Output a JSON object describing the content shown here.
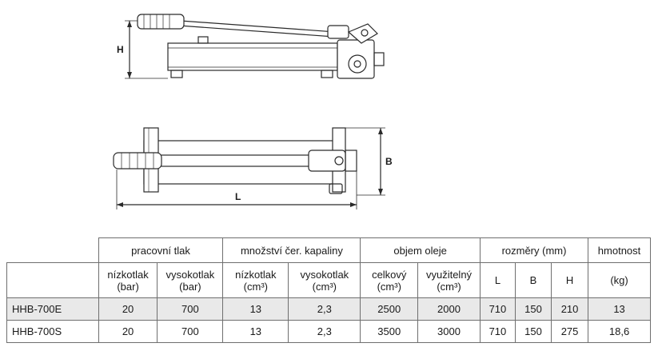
{
  "drawing": {
    "dim_h": "H",
    "dim_b": "B",
    "dim_l": "L"
  },
  "table": {
    "groups": {
      "working_pressure": "pracovní tlak",
      "oil_amount": "množství čer. kapaliny",
      "oil_volume": "objem oleje",
      "dimensions": "rozměry (mm)",
      "weight": "hmotnost"
    },
    "subheaders": {
      "low_pressure": [
        "nízkotlak",
        "(bar)"
      ],
      "high_pressure": [
        "vysokotlak",
        "(bar)"
      ],
      "low_amount": [
        "nízkotlak",
        "(cm³)"
      ],
      "high_amount": [
        "vysokotlak",
        "(cm³)"
      ],
      "total": [
        "celkový",
        "(cm³)"
      ],
      "usable": [
        "využitelný",
        "(cm³)"
      ],
      "L": "L",
      "B": "B",
      "H": "H",
      "kg": "(kg)"
    },
    "rows": [
      {
        "model": "HHB-700E",
        "cells": [
          "20",
          "700",
          "13",
          "2,3",
          "2500",
          "2000",
          "710",
          "150",
          "210",
          "13"
        ]
      },
      {
        "model": "HHB-700S",
        "cells": [
          "20",
          "700",
          "13",
          "2,3",
          "3500",
          "3000",
          "710",
          "150",
          "275",
          "18,6"
        ]
      }
    ]
  }
}
